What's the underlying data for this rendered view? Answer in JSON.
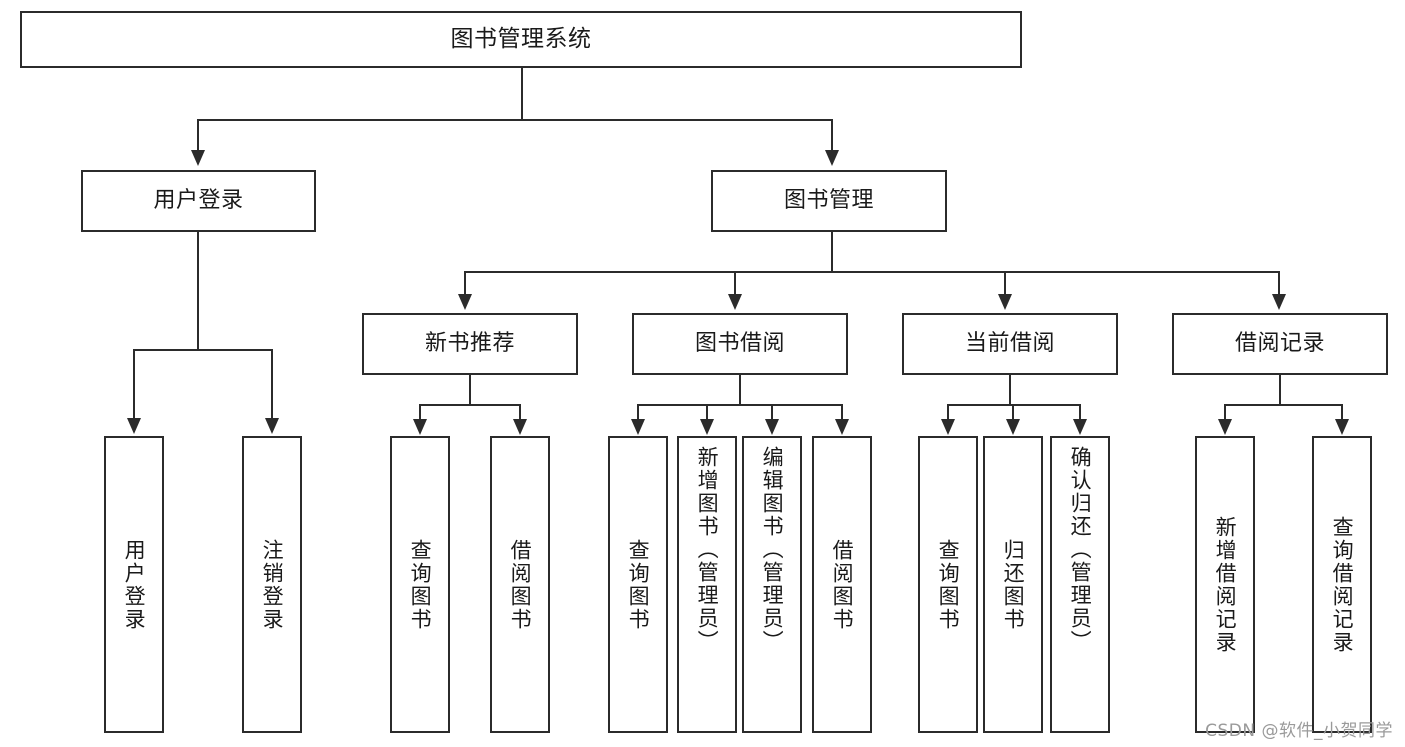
{
  "diagram": {
    "title": "图书管理系统",
    "type": "tree-hierarchy-diagram",
    "colors": {
      "stroke": "#2b2b2b",
      "fill": "#ffffff",
      "text": "#1a1a1a",
      "watermark": "#9a9a9a"
    },
    "root": {
      "label": "图书管理系统"
    },
    "level2": [
      {
        "label": "用户登录"
      },
      {
        "label": "图书管理"
      }
    ],
    "level3": [
      {
        "label": "新书推荐"
      },
      {
        "label": "图书借阅"
      },
      {
        "label": "当前借阅"
      },
      {
        "label": "借阅记录"
      }
    ],
    "leaves": {
      "user_login": [
        {
          "label": "用户登录"
        },
        {
          "label": "注销登录"
        }
      ],
      "new_book_recommend": [
        {
          "label": "查询图书"
        },
        {
          "label": "借阅图书"
        }
      ],
      "book_borrow": [
        {
          "label": "查询图书"
        },
        {
          "label": "新增图书（管理员）"
        },
        {
          "label": "编辑图书（管理员）"
        },
        {
          "label": "借阅图书"
        }
      ],
      "current_borrow": [
        {
          "label": "查询图书"
        },
        {
          "label": "归还图书"
        },
        {
          "label": "确认归还（管理员）"
        }
      ],
      "borrow_record": [
        {
          "label": "新增借阅记录"
        },
        {
          "label": "查询借阅记录"
        }
      ]
    }
  },
  "watermark": {
    "text": "CSDN @软件_小贺同学"
  }
}
